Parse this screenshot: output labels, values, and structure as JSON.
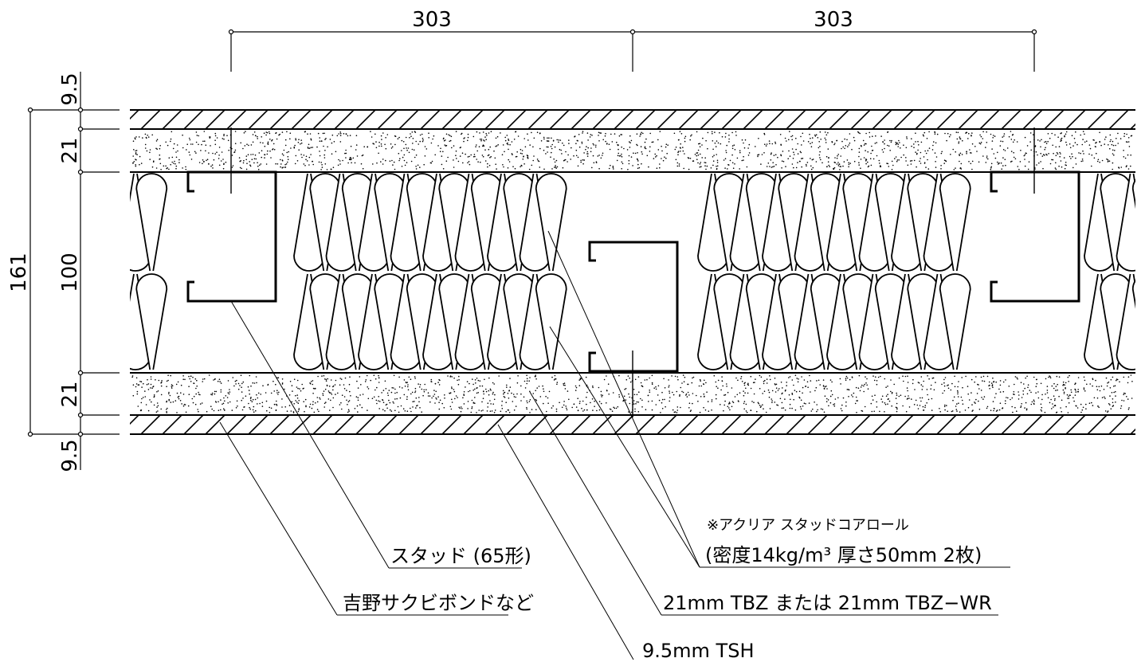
{
  "dimensions": {
    "stud_spacing_left": "303",
    "stud_spacing_right": "303",
    "overall_thickness": "161",
    "layer_top_board": "9.5",
    "layer_top_core": "21",
    "layer_cavity": "100",
    "layer_bottom_core": "21",
    "layer_bottom_board": "9.5"
  },
  "labels": {
    "insulation_note": "※アクリア スタッドコアロール",
    "insulation_spec": "(密度14kg/m³ 厚さ50mm 2枚)",
    "stud": "スタッド (65形)",
    "adhesive": "吉野サクビボンドなど",
    "core_board": "21mm TBZ または 21mm TBZ−WR",
    "surface_board": "9.5mm TSH"
  }
}
